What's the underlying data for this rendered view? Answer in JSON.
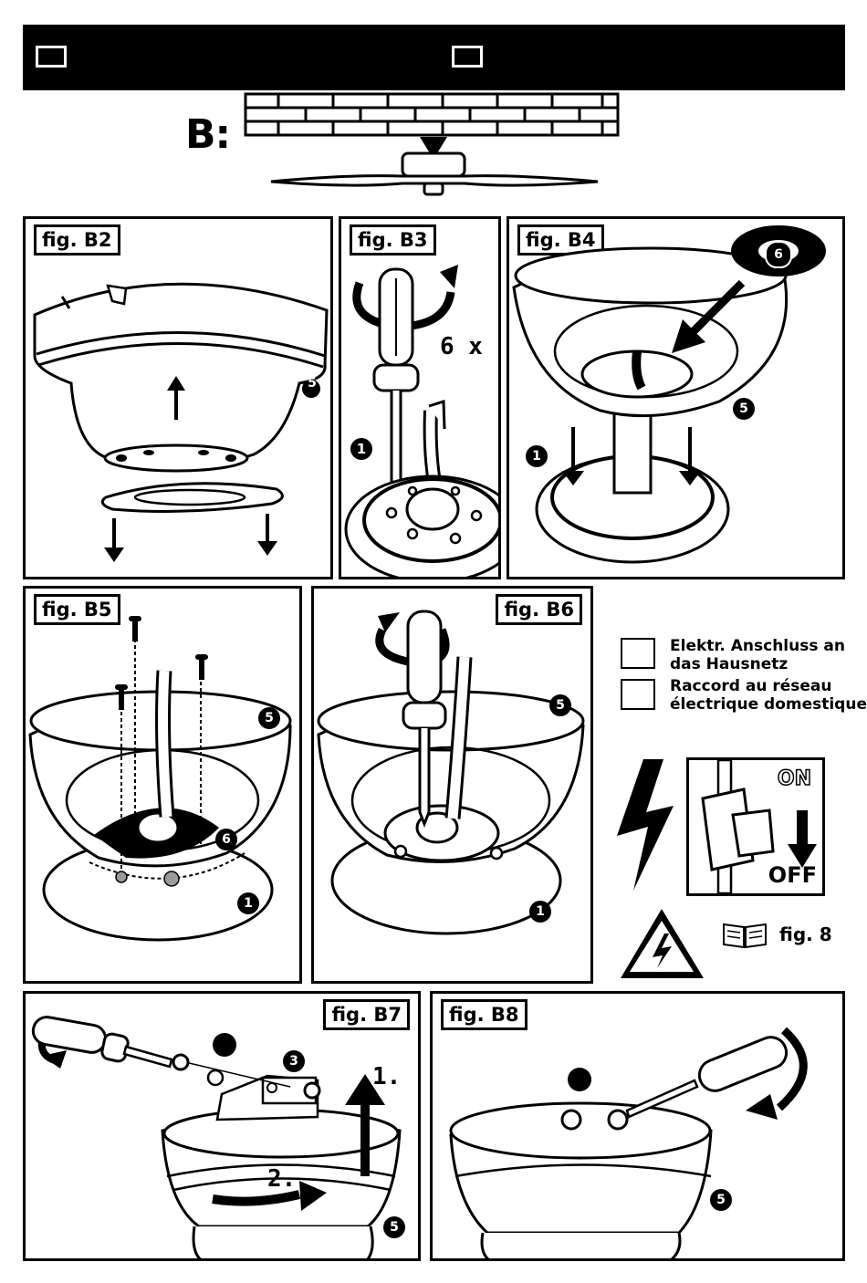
{
  "header": {
    "box_count": 2
  },
  "section": {
    "letter": "B:"
  },
  "figures": {
    "b2": {
      "label": "fig. B2",
      "part_num": "5"
    },
    "b3": {
      "label": "fig. B3",
      "repeat": "6 x",
      "part_num": "1"
    },
    "b4": {
      "label": "fig. B4",
      "part_num_top": "6",
      "part_num_mid": "5",
      "part_num_low": "1"
    },
    "b5": {
      "label": "fig. B5",
      "part_num_top": "5",
      "part_num_mid": "6",
      "part_num_low": "1"
    },
    "b6": {
      "label": "fig. B6",
      "part_num_top": "5",
      "part_num_low": "1"
    },
    "b7": {
      "label": "fig. B7",
      "part_num_top": "3",
      "part_num_low": "5",
      "step1": "1.",
      "step2": "2."
    },
    "b8": {
      "label": "fig. B8",
      "part_num": "5"
    }
  },
  "instructions": {
    "de_line1": "Elektr. Anschluss an",
    "de_line2": "das Hausnetz",
    "fr_line1": "Raccord au réseau",
    "fr_line2": "électrique domestique"
  },
  "switch": {
    "on_label": "ON",
    "off_label": "OFF"
  },
  "manual_ref": {
    "label": "fig. 8"
  },
  "colors": {
    "ink": "#000000",
    "paper": "#ffffff",
    "gray": "#9a9a9a"
  }
}
